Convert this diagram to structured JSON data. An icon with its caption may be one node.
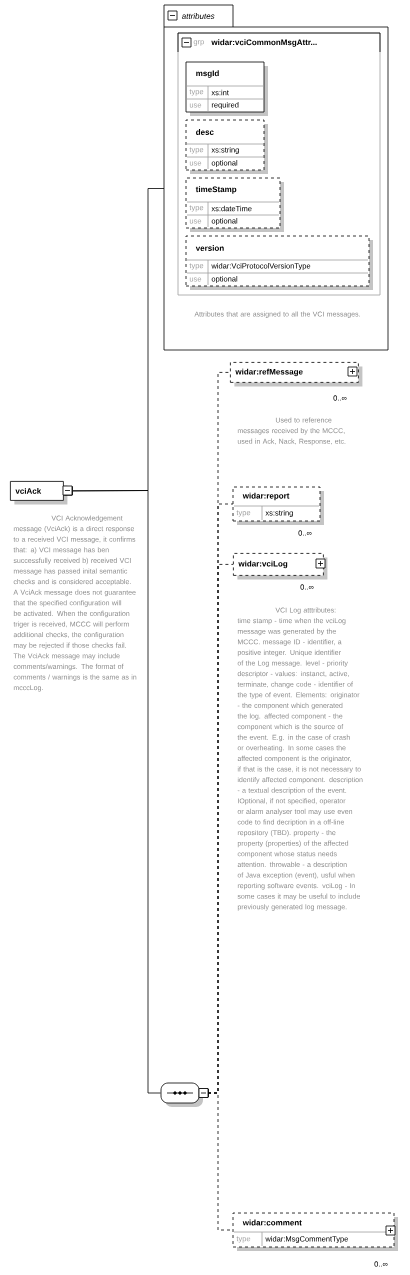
{
  "diagram": {
    "nodes": [
      {
        "text": [
          "vciAck"
        ],
        "beside": [
          "VCI Acknowledgement message (VciAck) is a direct response to a received VCI message, it confirms that: a) VCI message has ben successfully received b) received VCI message has passed inital semantic checks and is considered acceptable. A VciAck message does not guarantee that the specified configuration will be activated. When the configuration triger is received, MCCC will perform additional checks, the configuration may be rejected if those checks fail. The VciAck message may include comments/warnings. The format of comments / warnings is the same as in mcccLog."
        ]
      },
      {
        "text": [
          "attributes",
          "Attributes that are assigned to all the VCI messages."
        ]
      },
      {
        "text": [
          "grp",
          "widar:vciCommonMsgAttr..."
        ],
        "in": 1
      },
      {
        "text": [
          "msgId",
          "type",
          "xs:int",
          "use",
          "required"
        ],
        "in": 2
      },
      {
        "text": [
          "desc",
          "type",
          "xs:string",
          "use",
          "optional"
        ],
        "in": 2
      },
      {
        "text": [
          "timeStamp",
          "type",
          "xs:dateTime",
          "use",
          "optional"
        ],
        "in": 2
      },
      {
        "text": [
          "version",
          "type",
          "widar:VciProtocolVersionType",
          "use",
          "optional"
        ],
        "in": 2
      },
      {
        "text": [],
        "shape": "octagon"
      },
      {
        "text": [
          "widar:refMessage"
        ],
        "beside": [
          "0..∞",
          "Used to reference messages received by the MCCC, used in Ack, Nack, Response, etc."
        ]
      },
      {
        "text": [
          "widar:report",
          "type",
          "xs:string"
        ],
        "beside": [
          "0..∞"
        ]
      },
      {
        "text": [
          "widar:vciLog"
        ],
        "beside": [
          "0..∞",
          "VCI Log atttributes: time stamp - time when the vciLog message was generated by the MCCC. message ID - identifier, a positive integer. Unique identifier of the Log message. level - priority descriptor - values: instanct, active, terminate, change code - identifier of the type of event. Elements: originator - the component which generated the log. affected component - the component which is the source of the event. E.g. in the case of crash or overheating. In some cases the affected component is the originator, if that is the case, it is not necessary to identify affected component. description - a textual description of the event. IOptional, if not specified, operator or alarm analyser tool may use even code to find decription in a off-line repository (TBD). property - the property (properties) of the affected component whose status needs attention. throwable - a description of Java exception (event), usful when reporting software events. vciLog - In some cases it may be useful to include previously generated log message."
        ]
      },
      {
        "text": [
          "widar:comment",
          "type",
          "widar:MsgCommentType"
        ],
        "beside": [
          "0..∞"
        ]
      }
    ],
    "edges": [
      {
        "from": 0,
        "to": 1,
        "arrow": "other"
      },
      {
        "from": 0,
        "to": 7,
        "arrow": "other"
      },
      {
        "from": 7,
        "to": 8,
        "arrow": "other",
        "style": "dashed"
      },
      {
        "from": 7,
        "to": 9,
        "arrow": "other",
        "style": "dashed"
      },
      {
        "from": 7,
        "to": 10,
        "arrow": "other",
        "style": "dashed"
      },
      {
        "from": 7,
        "to": 11,
        "arrow": "other",
        "style": "dashed"
      }
    ]
  }
}
